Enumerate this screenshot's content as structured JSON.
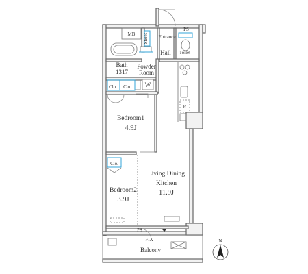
{
  "rooms": {
    "bath": "Bath",
    "bath_size": "1317",
    "powder": "Powder",
    "powder2": "Room",
    "washer": "W",
    "mb": "MB",
    "entrance": "Entrance",
    "shoes": "Shoes",
    "hall": "Hall",
    "toilet": "Toilet",
    "ps": "PS",
    "bedroom1": "Bedroom1",
    "bedroom1_area": "4.9J",
    "bedroom2": "Bedroom2",
    "bedroom2_area": "3.9J",
    "ldk1": "Living Dining",
    "ldk2": "Kitchen",
    "ldk_area": "11.9J",
    "closet1": "Clo.",
    "closet2": "Clo.",
    "closet3": "Clo.",
    "fridge": "R",
    "pipe_space": "PS",
    "fix": "FIX",
    "balcony": "Balcony",
    "north": "N"
  },
  "colors": {
    "wall": "#f2f2f2",
    "line": "#666666",
    "accent": "#33a6d9"
  }
}
